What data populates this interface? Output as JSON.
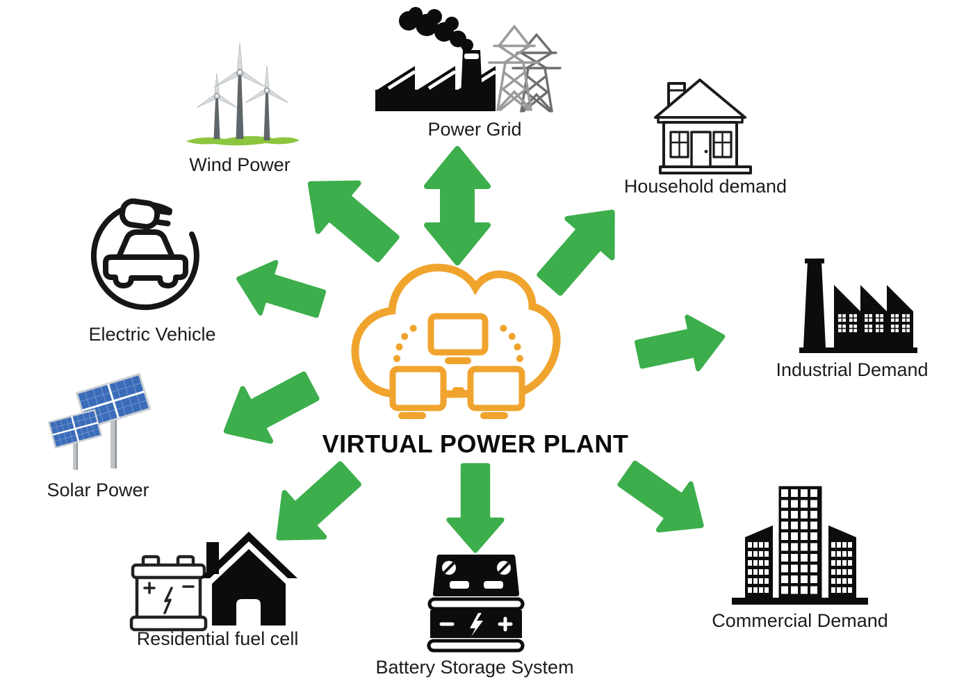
{
  "title": "VIRTUAL POWER PLANT",
  "colors": {
    "arrow_green": "#3cae4b",
    "cloud_orange": "#f0a42e",
    "grass_green": "#8cc63e",
    "panel_blue": "#3b6cba",
    "icon_black": "#101010",
    "pylon_gray_front": "#9b9b9b",
    "pylon_gray_back": "#6e6e6e"
  },
  "center": {
    "title": "VIRTUAL POWER PLANT",
    "icon": "cloud-network-icon"
  },
  "nodes": {
    "power_grid": {
      "label": "Power Grid",
      "icon": "factory-smokestack-pylon-icon",
      "arrow": "bidirectional-vertical"
    },
    "wind_power": {
      "label": "Wind Power",
      "icon": "wind-turbines-icon",
      "arrow": "outward-up-left"
    },
    "household_demand": {
      "label": "Household demand",
      "icon": "house-outline-icon",
      "arrow": "outward-up-right"
    },
    "electric_vehicle": {
      "label": "Electric Vehicle",
      "icon": "electric-car-plug-icon",
      "arrow": "outward-left"
    },
    "industrial_demand": {
      "label": "Industrial Demand",
      "icon": "industrial-factory-icon",
      "arrow": "outward-right"
    },
    "solar_power": {
      "label": "Solar Power",
      "icon": "solar-panels-icon",
      "arrow": "outward-down-left"
    },
    "residential_fuel_cell": {
      "label": "Residential fuel cell",
      "icon": "battery-and-house-icon",
      "arrow": "outward-down-left"
    },
    "battery_storage": {
      "label": "Battery Storage System",
      "icon": "car-battery-icon",
      "arrow": "outward-down"
    },
    "commercial_demand": {
      "label": "Commercial Demand",
      "icon": "office-buildings-icon",
      "arrow": "outward-down-right"
    }
  }
}
